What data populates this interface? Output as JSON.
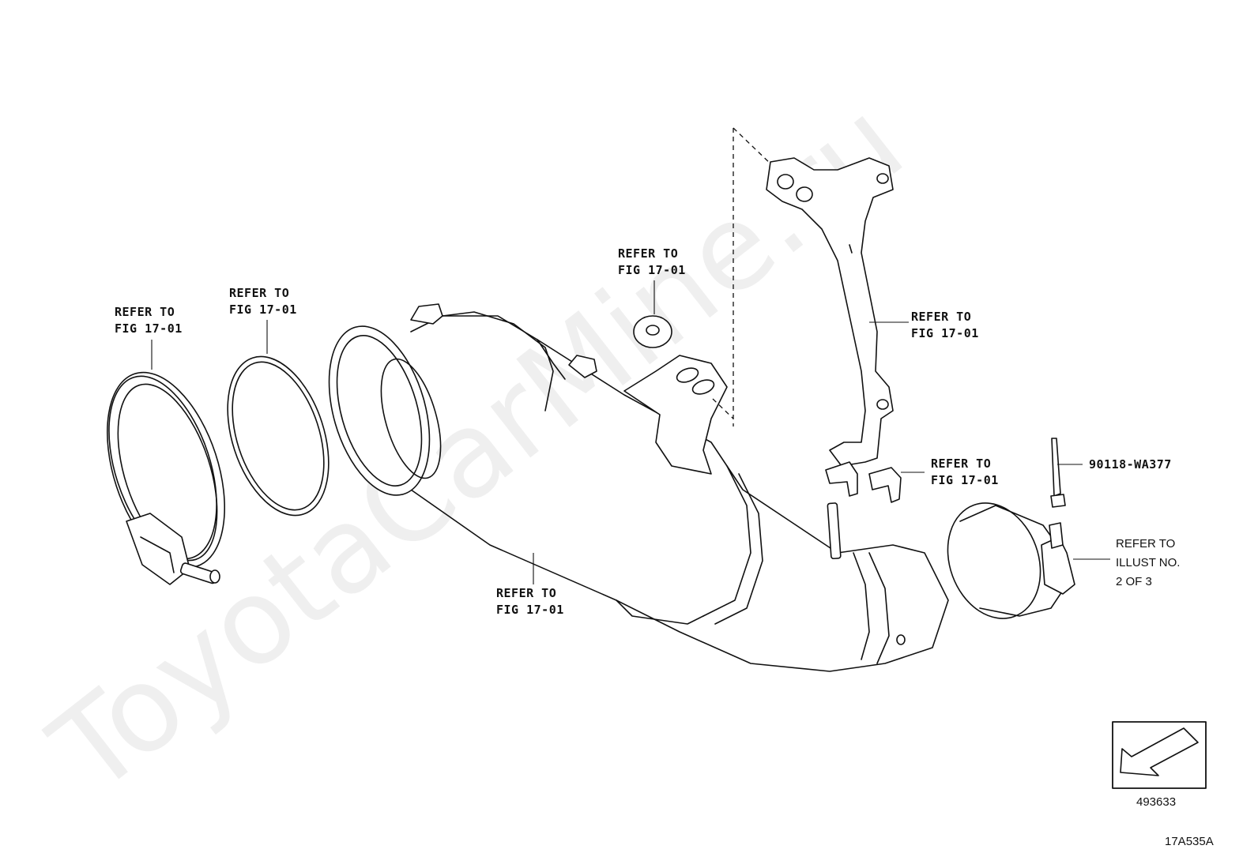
{
  "watermark": "ToyotaCarMine.ru",
  "callouts": {
    "clamp_left": {
      "line1": "REFER TO",
      "line2": "FIG 17-01"
    },
    "gasket_ring": {
      "line1": "REFER TO",
      "line2": "FIG 17-01"
    },
    "main_pipe": {
      "line1": "REFER TO",
      "line2": "FIG 17-01"
    },
    "grommet": {
      "line1": "REFER TO",
      "line2": "FIG 17-01"
    },
    "bracket": {
      "line1": "REFER TO",
      "line2": "FIG 17-01"
    },
    "hanger_clips": {
      "line1": "REFER TO",
      "line2": "FIG 17-01"
    },
    "bolt_part_number": "90118-WA377",
    "clamp_right": {
      "line1": "REFER TO",
      "line2": "ILLUST NO.",
      "line3": "2 OF 3"
    }
  },
  "front_indicator": {
    "number": "493633"
  },
  "figure_code": "17A535A"
}
